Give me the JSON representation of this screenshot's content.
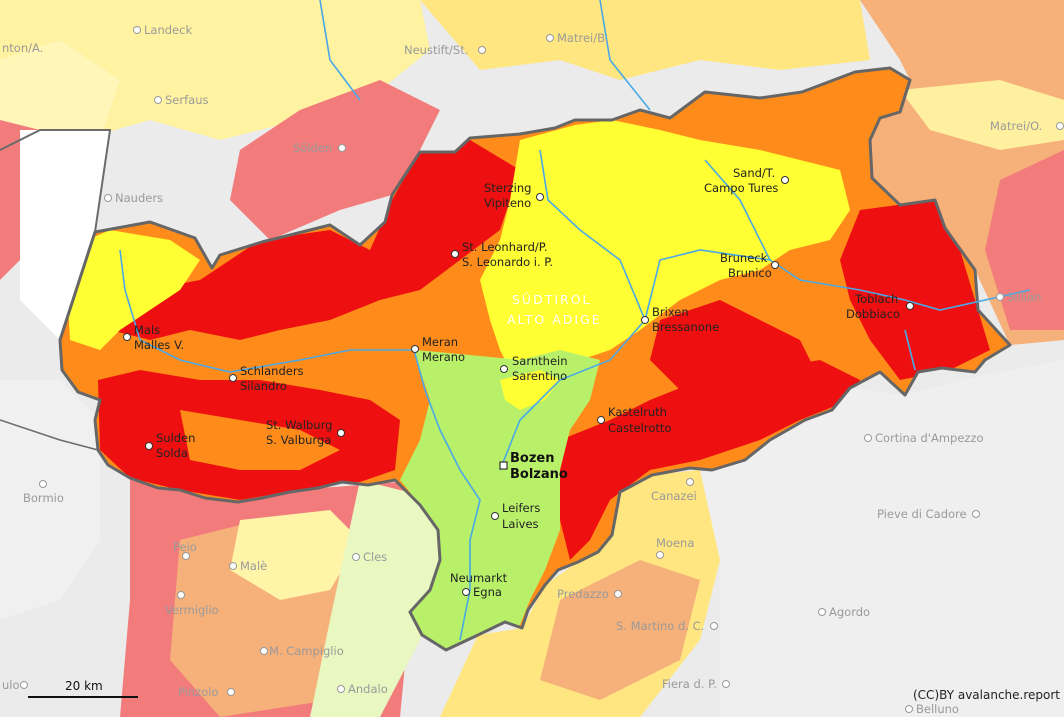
{
  "map": {
    "region_title_de": "SÜDTIROL",
    "region_title_it": "ALTO ADIGE",
    "scale_label": "20 km",
    "credit": "(CC)BY avalanche.report",
    "colors": {
      "level_1_low": "#b9f06a",
      "level_2_moderate": "#ffff33",
      "level_3_considerable": "#ff8c1a",
      "level_4_high": "#ee1010",
      "outside_light": "#fff6b0",
      "outside_pink": "#f27b7b",
      "outside_orange": "#f6b07a",
      "river": "#4aa9e6",
      "border": "#6b6b6b",
      "background": "#e9e9e9"
    },
    "places_outside": [
      {
        "id": "landeck",
        "name": "Landeck"
      },
      {
        "id": "anton",
        "name": "nton/A."
      },
      {
        "id": "neustift",
        "name": "Neustift/St."
      },
      {
        "id": "matrei-b",
        "name": "Matrei/B."
      },
      {
        "id": "serfaus",
        "name": "Serfaus"
      },
      {
        "id": "soelden",
        "name": "Sölden"
      },
      {
        "id": "nauders",
        "name": "Nauders"
      },
      {
        "id": "matrei-o",
        "name": "Matrei/O."
      },
      {
        "id": "sillian",
        "name": "Sillian"
      },
      {
        "id": "cortina",
        "name": "Cortina d'Ampezzo"
      },
      {
        "id": "bormio",
        "name": "Bormio"
      },
      {
        "id": "canazei",
        "name": "Canazei"
      },
      {
        "id": "pieve",
        "name": "Pieve di Cadore"
      },
      {
        "id": "peio",
        "name": "Peio"
      },
      {
        "id": "male",
        "name": "Malè"
      },
      {
        "id": "cles",
        "name": "Cles"
      },
      {
        "id": "moena",
        "name": "Moena"
      },
      {
        "id": "vermiglio",
        "name": "Vermiglio"
      },
      {
        "id": "predazzo",
        "name": "Predazzo"
      },
      {
        "id": "agordo",
        "name": "Agordo"
      },
      {
        "id": "mcampiglio",
        "name": "M. Campiglio"
      },
      {
        "id": "smartino",
        "name": "S. Martino d. C."
      },
      {
        "id": "ulo",
        "name": "ulo"
      },
      {
        "id": "pinzolo",
        "name": "Pinzolo"
      },
      {
        "id": "andalo",
        "name": "Andalo"
      },
      {
        "id": "fiera",
        "name": "Fiera d. P."
      },
      {
        "id": "belluno",
        "name": "Belluno"
      }
    ],
    "places_inside": [
      {
        "id": "sterzing",
        "line1": "Sterzing",
        "line2": "Vipiteno"
      },
      {
        "id": "sand",
        "line1": "Sand/T.",
        "line2": "Campo Tures"
      },
      {
        "id": "stleonhard",
        "line1": "St. Leonhard/P.",
        "line2": "S. Leonardo i. P."
      },
      {
        "id": "bruneck",
        "line1": "Bruneck",
        "line2": "Brunico"
      },
      {
        "id": "toblach",
        "line1": "Toblach",
        "line2": "Dobbiaco"
      },
      {
        "id": "brixen",
        "line1": "Brixen",
        "line2": "Bressanone"
      },
      {
        "id": "mals",
        "line1": "Mals",
        "line2": "Malles V."
      },
      {
        "id": "meran",
        "line1": "Meran",
        "line2": "Merano"
      },
      {
        "id": "sarnthein",
        "line1": "Sarnthein",
        "line2": "Sarentino"
      },
      {
        "id": "schlanders",
        "line1": "Schlanders",
        "line2": "Silandro"
      },
      {
        "id": "kastelruth",
        "line1": "Kastelruth",
        "line2": "Castelrotto"
      },
      {
        "id": "stwalburg",
        "line1": "St. Walburg",
        "line2": "S. Valburga"
      },
      {
        "id": "sulden",
        "line1": "Sulden",
        "line2": "Solda"
      },
      {
        "id": "bozen",
        "line1": "Bozen",
        "line2": "Bolzano"
      },
      {
        "id": "leifers",
        "line1": "Leifers",
        "line2": "Laives"
      },
      {
        "id": "neumarkt",
        "line1": "Neumarkt",
        "line2": "Egna"
      }
    ]
  }
}
